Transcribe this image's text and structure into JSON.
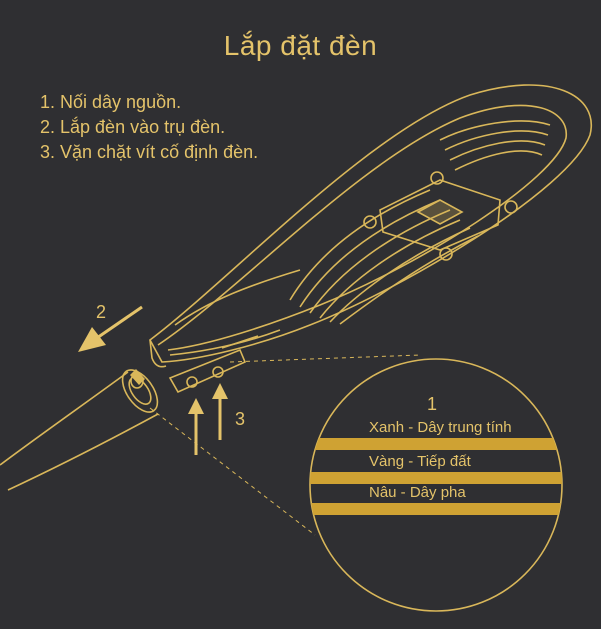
{
  "title": "Lắp đặt đèn",
  "steps": [
    "1. Nối dây nguồn.",
    "2. Lắp đèn vào trụ đèn.",
    "3. Vặn chặt vít cố định đèn."
  ],
  "arrows": {
    "step2_label": "2",
    "step3_label": "3"
  },
  "detail": {
    "label": "1",
    "wires": [
      {
        "text": "Xanh - Dây trung tính",
        "color": "#cfa233"
      },
      {
        "text": "Vàng - Tiếp đất",
        "color": "#cfa233"
      },
      {
        "text": "Nâu - Dây pha",
        "color": "#cfa233"
      }
    ]
  },
  "colors": {
    "background": "#2f2f32",
    "line": "#d9b75a",
    "accent": "#e4c36a"
  }
}
